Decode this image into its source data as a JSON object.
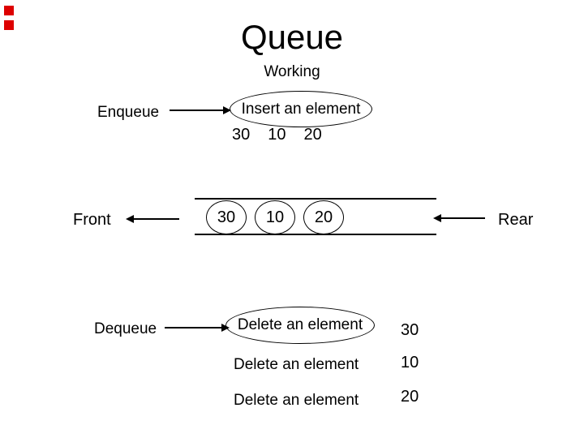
{
  "slide": {
    "title": "Queue",
    "subtitle": "Working",
    "background_color": "#ffffff",
    "text_color": "#000000",
    "marker_color": "#dd0000"
  },
  "enqueue": {
    "label": "Enqueue",
    "operation": "Insert an element",
    "inserted_values": [
      "30",
      "10",
      "20"
    ]
  },
  "queue_diagram": {
    "front_label": "Front",
    "rear_label": "Rear",
    "items": [
      "30",
      "10",
      "20"
    ]
  },
  "dequeue": {
    "label": "Dequeue",
    "operations": [
      {
        "text": "Delete an element",
        "value": "30"
      },
      {
        "text": "Delete an element",
        "value": "10"
      },
      {
        "text": "Delete an element",
        "value": "20"
      }
    ]
  }
}
